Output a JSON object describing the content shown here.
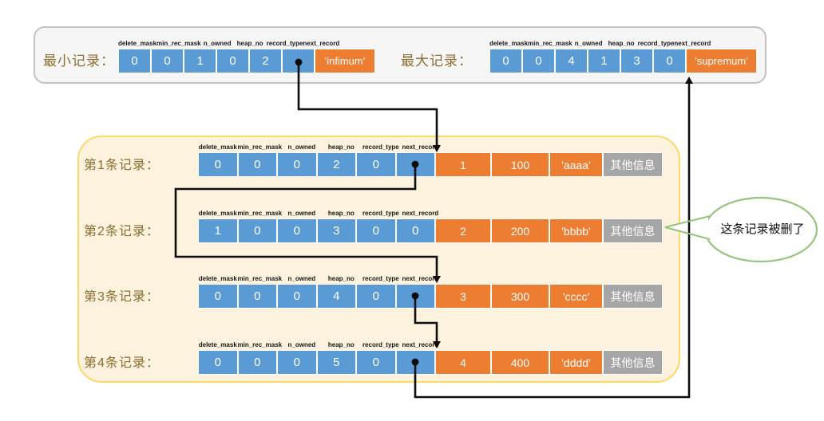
{
  "colors": {
    "cell_blue": "#5B9BD5",
    "cell_orange": "#ED7D31",
    "cell_gray": "#A6A6A6",
    "panel_gray_fill": "#F6F6F6",
    "panel_gray_border": "#C2C2C2",
    "panel_cream_fill": "#FCF2DE",
    "panel_gold_border": "#FFD966",
    "label_gold": "#8A6D2F",
    "callout_green": "#94C47D",
    "arrow_black": "#0D0D0D"
  },
  "fields": [
    "delete_mask",
    "min_rec_mask",
    "n_owned",
    "heap_no",
    "record_type",
    "next_record"
  ],
  "header": {
    "min_record": {
      "label": "最小记录：",
      "values": [
        "0",
        "0",
        "1",
        "0",
        "2",
        ""
      ],
      "name": "'infimum'"
    },
    "max_record": {
      "label": "最大记录：",
      "values": [
        "0",
        "0",
        "4",
        "1",
        "3",
        "0"
      ],
      "name": "'supremum'"
    }
  },
  "records": [
    {
      "label": "第1条记录：",
      "header_values": [
        "0",
        "0",
        "0",
        "2",
        "0",
        ""
      ],
      "data": [
        "1",
        "100",
        "'aaaa'"
      ],
      "other": "其他信息"
    },
    {
      "label": "第2条记录：",
      "header_values": [
        "1",
        "0",
        "0",
        "3",
        "0",
        "0"
      ],
      "data": [
        "2",
        "200",
        "'bbbb'"
      ],
      "other": "其他信息"
    },
    {
      "label": "第3条记录：",
      "header_values": [
        "0",
        "0",
        "0",
        "4",
        "0",
        ""
      ],
      "data": [
        "3",
        "300",
        "'cccc'"
      ],
      "other": "其他信息"
    },
    {
      "label": "第4条记录：",
      "header_values": [
        "0",
        "0",
        "0",
        "5",
        "0",
        ""
      ],
      "data": [
        "4",
        "400",
        "'dddd'"
      ],
      "other": "其他信息"
    }
  ],
  "callout": {
    "text": "这条记录被删了"
  }
}
